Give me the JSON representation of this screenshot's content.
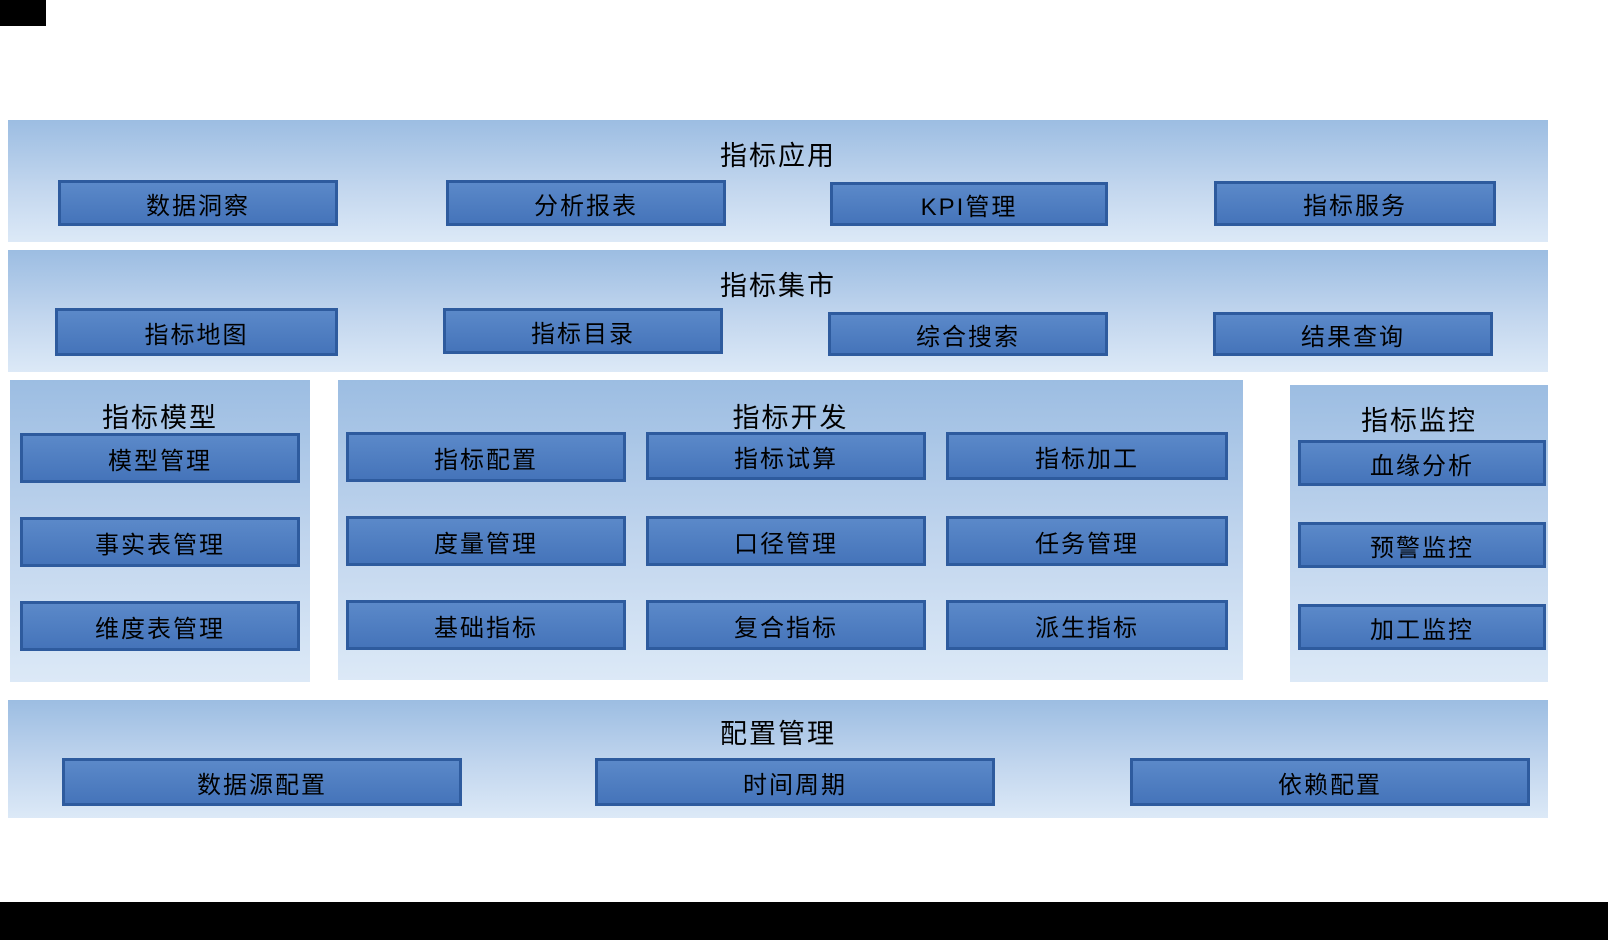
{
  "layers": {
    "app": {
      "title": "指标应用",
      "items": [
        "数据洞察",
        "分析报表",
        "KPI管理",
        "指标服务"
      ]
    },
    "market": {
      "title": "指标集市",
      "items": [
        "指标地图",
        "指标目录",
        "综合搜索",
        "结果查询"
      ]
    },
    "model": {
      "title": "指标模型",
      "items": [
        "模型管理",
        "事实表管理",
        "维度表管理"
      ]
    },
    "dev": {
      "title": "指标开发",
      "items": [
        "指标配置",
        "指标试算",
        "指标加工",
        "度量管理",
        "口径管理",
        "任务管理",
        "基础指标",
        "复合指标",
        "派生指标"
      ]
    },
    "monitor": {
      "title": "指标监控",
      "items": [
        "血缘分析",
        "预警监控",
        "加工监控"
      ]
    },
    "config": {
      "title": "配置管理",
      "items": [
        "数据源配置",
        "时间周期",
        "依赖配置"
      ]
    }
  },
  "colors": {
    "panel_gradient_top": "#9cbde2",
    "panel_gradient_bottom": "#dce9f7",
    "box_fill": "#4a7cc2",
    "box_border": "#2e5b9e",
    "text": "#000000",
    "frame": "#000000"
  }
}
